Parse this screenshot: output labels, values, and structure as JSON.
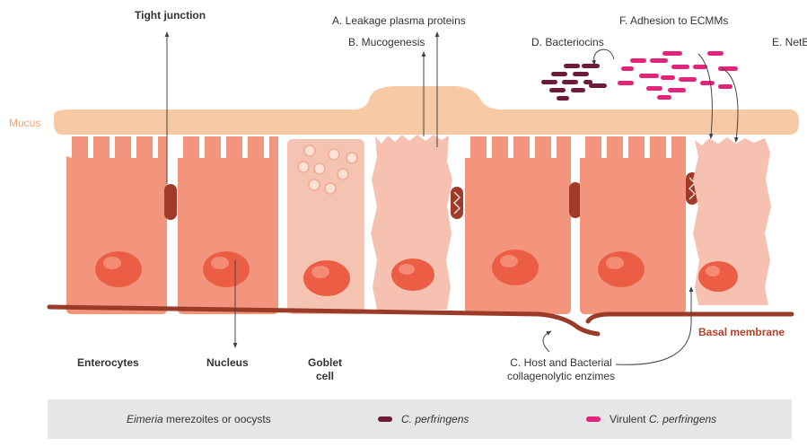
{
  "labels": {
    "tight_junction": "Tight junction",
    "leakage": "A. Leakage plasma proteins",
    "mucogenesis": "B. Mucogenesis",
    "bacteriocins": "D. Bacteriocins",
    "adhesion": "F. Adhesion to ECMMs",
    "netb": "E. NetB",
    "mucus": "Mucus",
    "enterocytes": "Enterocytes",
    "nucleus": "Nucleus",
    "goblet_line1": "Goblet",
    "goblet_line2": "cell",
    "collagen_line1": "C. Host and Bacterial",
    "collagen_line2": "collagenolytic enzimes",
    "basal_membrane": "Basal membrane"
  },
  "legend": {
    "eimeria_italic": "Eimeria",
    "eimeria_rest": " merezoites or oocysts",
    "cperf": "C. perfringens",
    "virulent_prefix": "Virulent ",
    "virulent_italic": "C. perfringens"
  },
  "colors": {
    "mucus": "#f7c9a4",
    "enterocyte": "#f3957c",
    "enterocyte_dark": "#f08c74",
    "damaged_cell": "#f6c1b1",
    "goblet": "#f5c3b1",
    "nucleus": "#eb5e45",
    "tight_junction": "#a13a28",
    "basal_membrane": "#9a3b27",
    "eimeria": "#f0643c",
    "c_perfringens": "#6d1a3b",
    "virulent": "#e4237b",
    "mucus_label": "#f0a670",
    "basal_label": "#b2402b",
    "legend_bg": "#e5e6e8"
  }
}
